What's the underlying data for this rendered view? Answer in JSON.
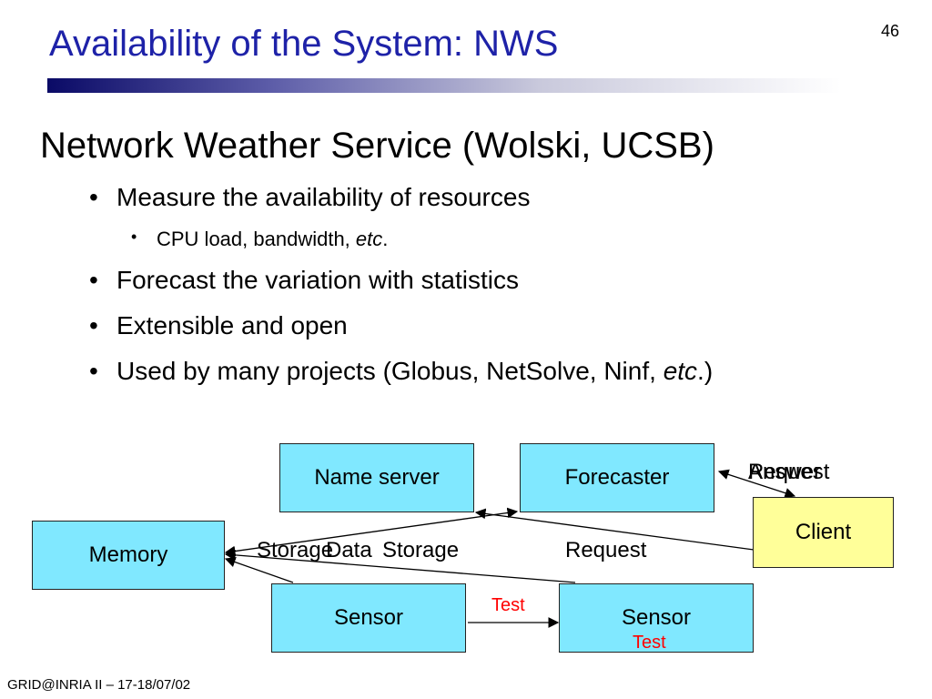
{
  "slide": {
    "title": "Availability of the System: NWS",
    "page_number": "46",
    "heading": "Network Weather Service (Wolski, UCSB)",
    "bullets": [
      {
        "text": "Measure the availability of resources"
      },
      {
        "text": "Forecast the variation with statistics"
      },
      {
        "text": "Extensible and open"
      },
      {
        "text_pre": "Used by many projects (Globus, NetSolve, Ninf, ",
        "text_italic": "etc",
        "text_post": ".)"
      }
    ],
    "sub_bullet": {
      "text_pre": "CPU load, bandwidth, ",
      "text_italic": "etc",
      "text_post": "."
    },
    "bullet_glyph": "•",
    "footer": "GRID@INRIA II  – 17-18/07/02"
  },
  "diagram": {
    "boxes": {
      "name_server": "Name server",
      "forecaster": "Forecaster",
      "client": "Client",
      "memory": "Memory",
      "sensor_left": "Sensor",
      "sensor_right": "Sensor"
    },
    "labels": {
      "answer": "Answer",
      "request_top": "Request",
      "storage_left": "Storage",
      "data": "Data",
      "storage_right": "Storage",
      "request_mid": "Request",
      "test_mid": "Test",
      "test_bottom": "Test"
    },
    "colors": {
      "box_fill": "#80e8ff",
      "client_fill": "#ffff99",
      "title": "#1e22a8",
      "test_label": "#ff0000"
    }
  }
}
